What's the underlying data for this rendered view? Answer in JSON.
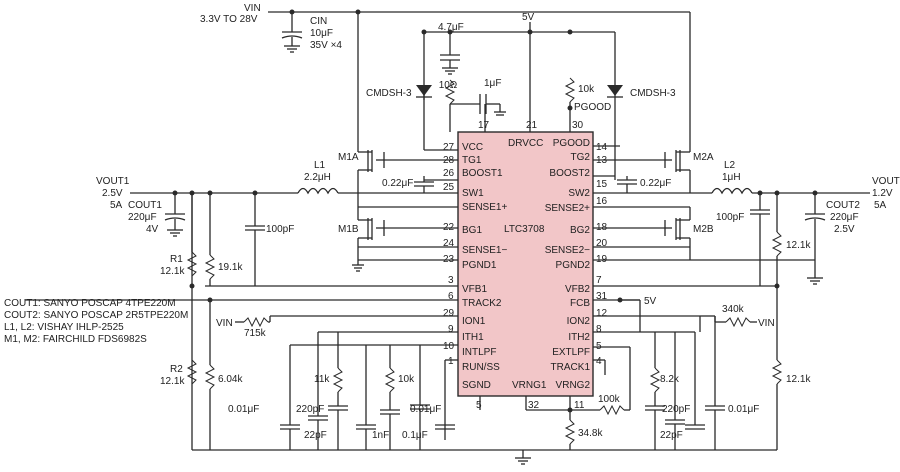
{
  "chip": {
    "name": "LTC3708",
    "left_pins": [
      {
        "num": "27",
        "label": "VCC"
      },
      {
        "num": "28",
        "label": "TG1"
      },
      {
        "num": "26",
        "label": "BOOST1"
      },
      {
        "num": "25",
        "label": "SW1"
      },
      {
        "num": "",
        "label": "SENSE1+"
      },
      {
        "num": "22",
        "label": "BG1"
      },
      {
        "num": "24",
        "label": "SENSE1−"
      },
      {
        "num": "23",
        "label": "PGND1"
      },
      {
        "num": "3",
        "label": "VFB1"
      },
      {
        "num": "6",
        "label": "TRACK2"
      },
      {
        "num": "29",
        "label": "ION1"
      },
      {
        "num": "9",
        "label": "ITH1"
      },
      {
        "num": "10",
        "label": "INTLPF"
      },
      {
        "num": "1",
        "label": "RUN/SS"
      },
      {
        "num": "",
        "label": "SGND"
      }
    ],
    "right_pins": [
      {
        "num": "14",
        "label": "PGOOD"
      },
      {
        "num": "13",
        "label": "TG2"
      },
      {
        "num": "15",
        "label": "BOOST2"
      },
      {
        "num": "16",
        "label": "SW2"
      },
      {
        "num": "",
        "label": "SENSE2+"
      },
      {
        "num": "18",
        "label": "BG2"
      },
      {
        "num": "20",
        "label": "SENSE2−"
      },
      {
        "num": "19",
        "label": "PGND2"
      },
      {
        "num": "7",
        "label": "VFB2"
      },
      {
        "num": "31",
        "label": "FCB"
      },
      {
        "num": "12",
        "label": "ION2"
      },
      {
        "num": "8",
        "label": "ITH2"
      },
      {
        "num": "5",
        "label": "EXTLPF"
      },
      {
        "num": "4",
        "label": "TRACK1"
      },
      {
        "num": "",
        "label": "VRNG2"
      }
    ],
    "top_pins": [
      {
        "num": "17",
        "label": "DRVCC"
      },
      {
        "num": "21",
        "label": ""
      },
      {
        "num": "30",
        "label": ""
      }
    ],
    "bottom_pins": [
      {
        "num": "5",
        "label": ""
      },
      {
        "num": "32",
        "label": "VRNG1"
      },
      {
        "num": "11",
        "label": ""
      }
    ]
  },
  "labels": {
    "vin_top": "VIN",
    "vin_range": "3.3V TO 28V",
    "cin_name": "CIN",
    "cin_val1": "10μF",
    "cin_val2": "35V ×4",
    "cap_47u": "4.7μF",
    "rail_5v_top": "5V",
    "r_10ohm": "10Ω",
    "c_1u": "1μF",
    "r_10k_pg": "10k",
    "pgood": "PGOOD",
    "diode_left": "CMDSH-3",
    "diode_right": "CMDSH-3",
    "m1a": "M1A",
    "m1b": "M1B",
    "m2a": "M2A",
    "m2b": "M2B",
    "c_boost1": "0.22μF",
    "c_boost2": "0.22μF",
    "l1_name": "L1",
    "l1_val": "2.2μH",
    "l2_name": "L2",
    "l2_val": "1μH",
    "vout1_name": "VOUT1",
    "vout1_v": "2.5V",
    "vout1_a": "5A",
    "cout1_name": "COUT1",
    "cout1_v1": "220μF",
    "cout1_v2": "4V",
    "vout2_name": "VOUT2",
    "vout2_v": "1.2V",
    "vout2_a": "5A",
    "cout2_name": "COUT2",
    "cout2_v1": "220μF",
    "cout2_v2": "2.5V",
    "c_100p_l": "100pF",
    "c_100p_r": "100pF",
    "r1_name": "R1",
    "r1_val": "12.1k",
    "r_19k1": "19.1k",
    "r2_name": "R2",
    "r2_val": "12.1k",
    "r_6k04": "6.04k",
    "r_12k1_r": "12.1k",
    "r_12k1_r2": "12.1k",
    "vin_left": "VIN",
    "r_715k": "715k",
    "vin_right": "VIN",
    "r_340k": "340k",
    "rail_5v_fcb": "5V",
    "note1": "COUT1: SANYO POSCAP 4TPE220M",
    "note2": "COUT2: SANYO POSCAP 2R5TPE220M",
    "note3": "L1, L2: VISHAY IHLP-2525",
    "note4": "M1, M2: FAIRCHILD FDS6982S",
    "r_11k": "11k",
    "r_10k_ith": "10k",
    "c_001u_l": "0.01μF",
    "c_220p_l": "220pF",
    "c_22p_l": "22pF",
    "c_1n": "1nF",
    "c_001u_m": "0.01μF",
    "c_01u": "0.1μF",
    "r_8k2": "8.2k",
    "r_100k": "100k",
    "c_220p_r": "220pF",
    "c_22p_r": "22pF",
    "c_001u_r": "0.01μF",
    "r_34k8": "34.8k"
  }
}
